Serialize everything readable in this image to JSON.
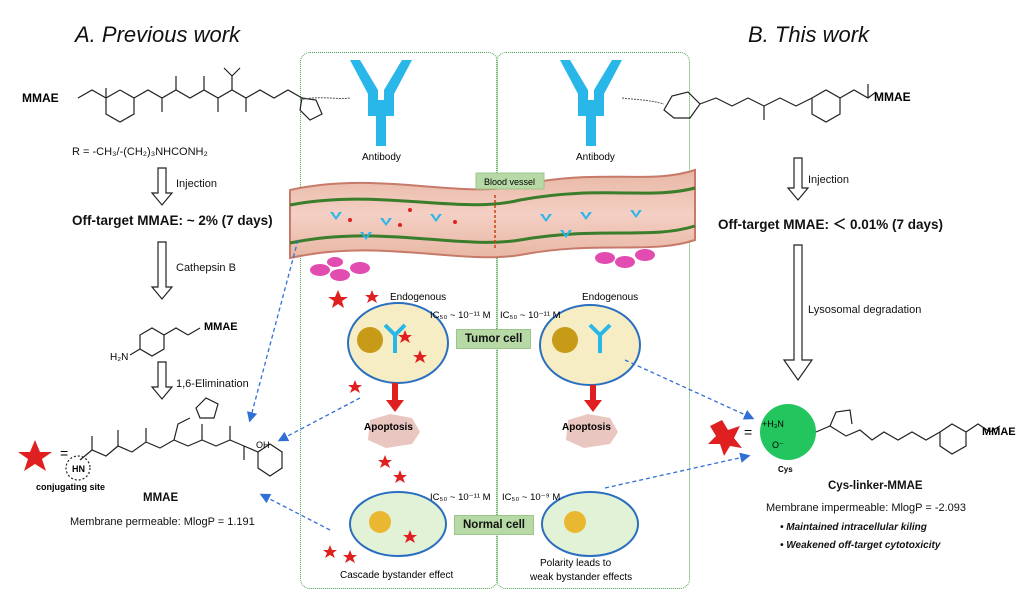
{
  "headers": {
    "previous": "A. Previous work",
    "this_work": "B. This work"
  },
  "left": {
    "mmae_label": "MMAE",
    "r_group": "R = -CH₃/-(CH₂)₃NHCONH₂",
    "step1": "Injection",
    "off_target": "Off-target MMAE: ~ 2% (7 days)",
    "step2": "Cathepsin B",
    "intermediate_mmae": "MMAE",
    "intermediate_nh2": "H₂N",
    "step3": "1,6-Elimination",
    "equals": "=",
    "hn_label": "HN",
    "conj_site": "conjugating site",
    "product_name": "MMAE",
    "oh_label": "OH",
    "permeability": "Membrane permeable: MlogP = 1.191"
  },
  "center": {
    "antibody_left": "Antibody",
    "antibody_right": "Antibody",
    "blood_vessel": "Blood vessel",
    "endogenous_left": "Endogenous",
    "endogenous_right": "Endogenous",
    "ic50_tumor_left": "IC₅₀ ~ 10⁻¹¹ M",
    "ic50_tumor_right": "IC₅₀ ~ 10⁻¹¹ M",
    "tumor_cell": "Tumor cell",
    "apoptosis_left": "Apoptosis",
    "apoptosis_right": "Apoptosis",
    "ic50_normal_left": "IC₅₀ ~ 10⁻¹¹ M",
    "ic50_normal_right": "IC₅₀ ~ 10⁻⁹ M",
    "normal_cell": "Normal cell",
    "cascade": "Cascade bystander effect",
    "polarity_1": "Polarity leads to",
    "polarity_2": "weak bystander effects"
  },
  "right": {
    "mmae_label": "MMAE",
    "step1": "Injection",
    "off_target": "Off-target MMAE: ＜ 0.01% (7 days)",
    "step2": "Lysosomal degradation",
    "equals": "=",
    "cys": "Cys",
    "nh3": "+H₃N",
    "o_minus": "O⁻",
    "product_mmae": "MMAE",
    "product_name": "Cys-linker-MMAE",
    "permeability": "Membrane impermeable: MlogP = -2.093",
    "bullet1": "Maintained intracellular kiling",
    "bullet2": "Weakened off-target cytotoxicity"
  },
  "colors": {
    "antibody": "#29b6e8",
    "payload_star": "#e02020",
    "panel_border": "#4aa04a",
    "label_bg": "#b7d9a6",
    "tumor_cell": "#f6edc4",
    "normal_cell": "#e2f2d6",
    "cys_green": "#22c55e",
    "arrow_blue": "#2f6fd6",
    "apoptosis_arrow": "#e02020"
  }
}
